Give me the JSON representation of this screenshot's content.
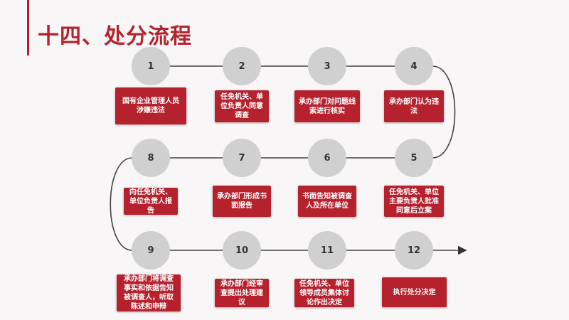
{
  "title": "十四、处分流程",
  "steps": [
    {
      "num": "1",
      "text": "国有企业管理人员涉嫌违法"
    },
    {
      "num": "2",
      "text": "任免机关、单位负责人同意调查"
    },
    {
      "num": "3",
      "text": "承办部门对问题线索进行核实"
    },
    {
      "num": "4",
      "text": "承办部门认为违法"
    },
    {
      "num": "5",
      "text": "任免机关、单位主要负责人批准同意后立案"
    },
    {
      "num": "6",
      "text": "书面告知被调查人及所在单位"
    },
    {
      "num": "7",
      "text": "承办部门形成书面报告"
    },
    {
      "num": "8",
      "text": "向任免机关、单位负责人报告"
    },
    {
      "num": "9",
      "text": "承办部门将调查事实和依据告知被调查人，听取陈述和申辩"
    },
    {
      "num": "10",
      "text": "承办部门经审查提出处理建议"
    },
    {
      "num": "11",
      "text": "任免机关、单位领导成员集体讨论作出决定"
    },
    {
      "num": "12",
      "text": "执行处分决定"
    }
  ],
  "colors": {
    "accent": "#b5222e",
    "circle": "#d0d0d0"
  }
}
